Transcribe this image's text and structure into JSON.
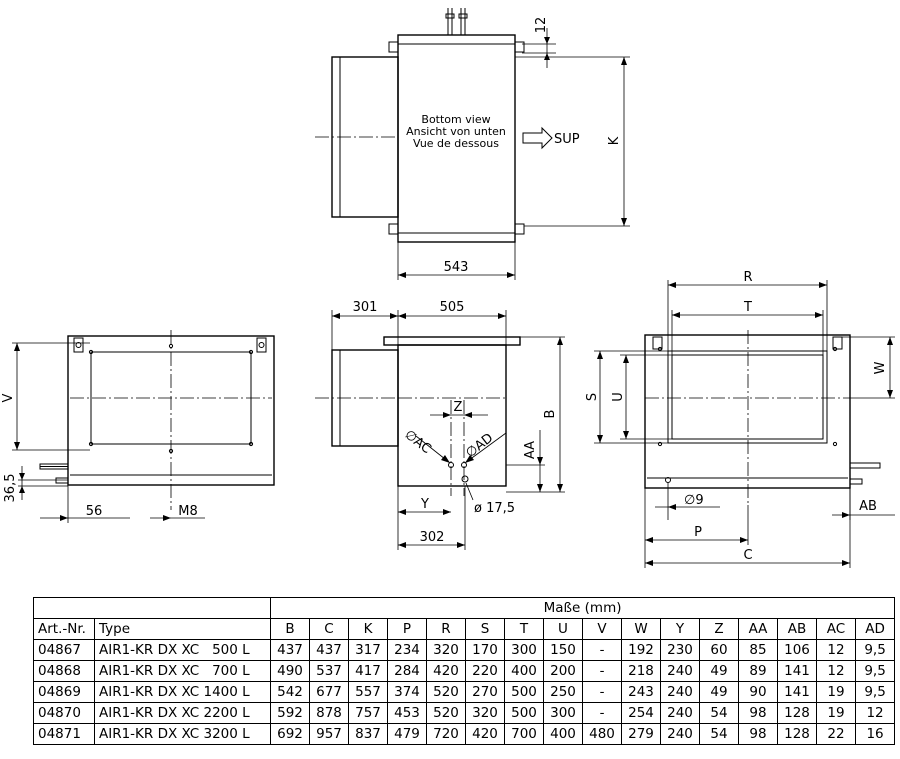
{
  "drawing": {
    "top_view": {
      "note_lines": [
        "Bottom view",
        "Ansicht von unten",
        "Vue de dessous"
      ],
      "sup_label": "SUP",
      "dim_12": "12",
      "dim_k": "K",
      "dim_543": "543"
    },
    "left_view": {
      "dim_v": "V",
      "dim_365": "36,5",
      "dim_56": "56",
      "dim_m8": "M8"
    },
    "middle_view": {
      "dim_301": "301",
      "dim_505": "505",
      "dim_z": "Z",
      "dim_ac": "∅AC",
      "dim_ad": "∅AD",
      "dim_aa": "AA",
      "dim_b": "B",
      "dim_y": "Y",
      "dim_175": "ø 17,5",
      "dim_302": "302"
    },
    "right_view": {
      "dim_r": "R",
      "dim_t": "T",
      "dim_w": "W",
      "dim_s": "S",
      "dim_u": "U",
      "dim_9": "∅9",
      "dim_ab": "AB",
      "dim_p": "P",
      "dim_c": "C"
    }
  },
  "table": {
    "group_header": "Maße (mm)",
    "columns": [
      "Art.-Nr.",
      "Type",
      "B",
      "C",
      "K",
      "P",
      "R",
      "S",
      "T",
      "U",
      "V",
      "W",
      "Y",
      "Z",
      "AA",
      "AB",
      "AC",
      "AD"
    ],
    "rows": [
      [
        "04867",
        "AIR1-KR DX XC   500 L",
        "437",
        "437",
        "317",
        "234",
        "320",
        "170",
        "300",
        "150",
        "-",
        "192",
        "230",
        "60",
        "85",
        "106",
        "12",
        "9,5"
      ],
      [
        "04868",
        "AIR1-KR DX XC   700 L",
        "490",
        "537",
        "417",
        "284",
        "420",
        "220",
        "400",
        "200",
        "-",
        "218",
        "240",
        "49",
        "89",
        "141",
        "12",
        "9,5"
      ],
      [
        "04869",
        "AIR1-KR DX XC 1400 L",
        "542",
        "677",
        "557",
        "374",
        "520",
        "270",
        "500",
        "250",
        "-",
        "243",
        "240",
        "49",
        "90",
        "141",
        "19",
        "9,5"
      ],
      [
        "04870",
        "AIR1-KR DX XC 2200 L",
        "592",
        "878",
        "757",
        "453",
        "520",
        "320",
        "500",
        "300",
        "-",
        "254",
        "240",
        "54",
        "98",
        "128",
        "19",
        "12"
      ],
      [
        "04871",
        "AIR1-KR DX XC 3200 L",
        "692",
        "957",
        "837",
        "479",
        "720",
        "420",
        "700",
        "400",
        "480",
        "279",
        "240",
        "54",
        "98",
        "128",
        "22",
        "16"
      ]
    ]
  }
}
